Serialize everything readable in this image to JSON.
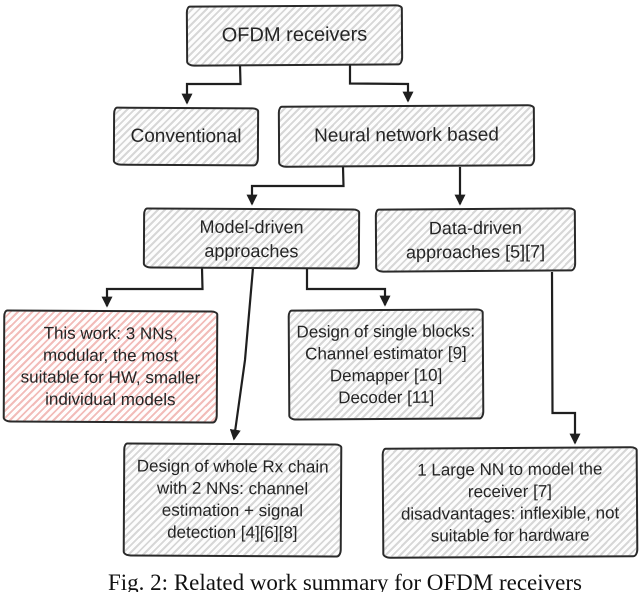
{
  "figure": {
    "caption": "Fig. 2: Related work summary for OFDM receivers",
    "nodes": {
      "ofdm": "OFDM receivers",
      "conventional": "Conventional",
      "nn_based": "Neural network based",
      "model_driven": "Model-driven\napproaches",
      "data_driven": "Data-driven\napproaches [5][7]",
      "this_work": "This work: 3 NNs,\nmodular, the most\nsuitable for HW, smaller\nindividual models",
      "single_blocks": "Design of single blocks:\nChannel estimator [9]\nDemapper [10]\nDecoder [11]",
      "whole_rx": "Design of whole Rx chain\nwith 2 NNs: channel\nestimation + signal\ndetection [4][6][8]",
      "large_nn": "1 Large NN to model the\nreceiver [7]\ndisadvantages: inflexible, not\nsuitable for hardware"
    }
  },
  "colors": {
    "box_border": "#2a2a2a",
    "gray_hatch": "#d7d7d7",
    "pink_hatch": "#f2bcb9",
    "connector": "#1f1f1f",
    "text": "#252525"
  }
}
